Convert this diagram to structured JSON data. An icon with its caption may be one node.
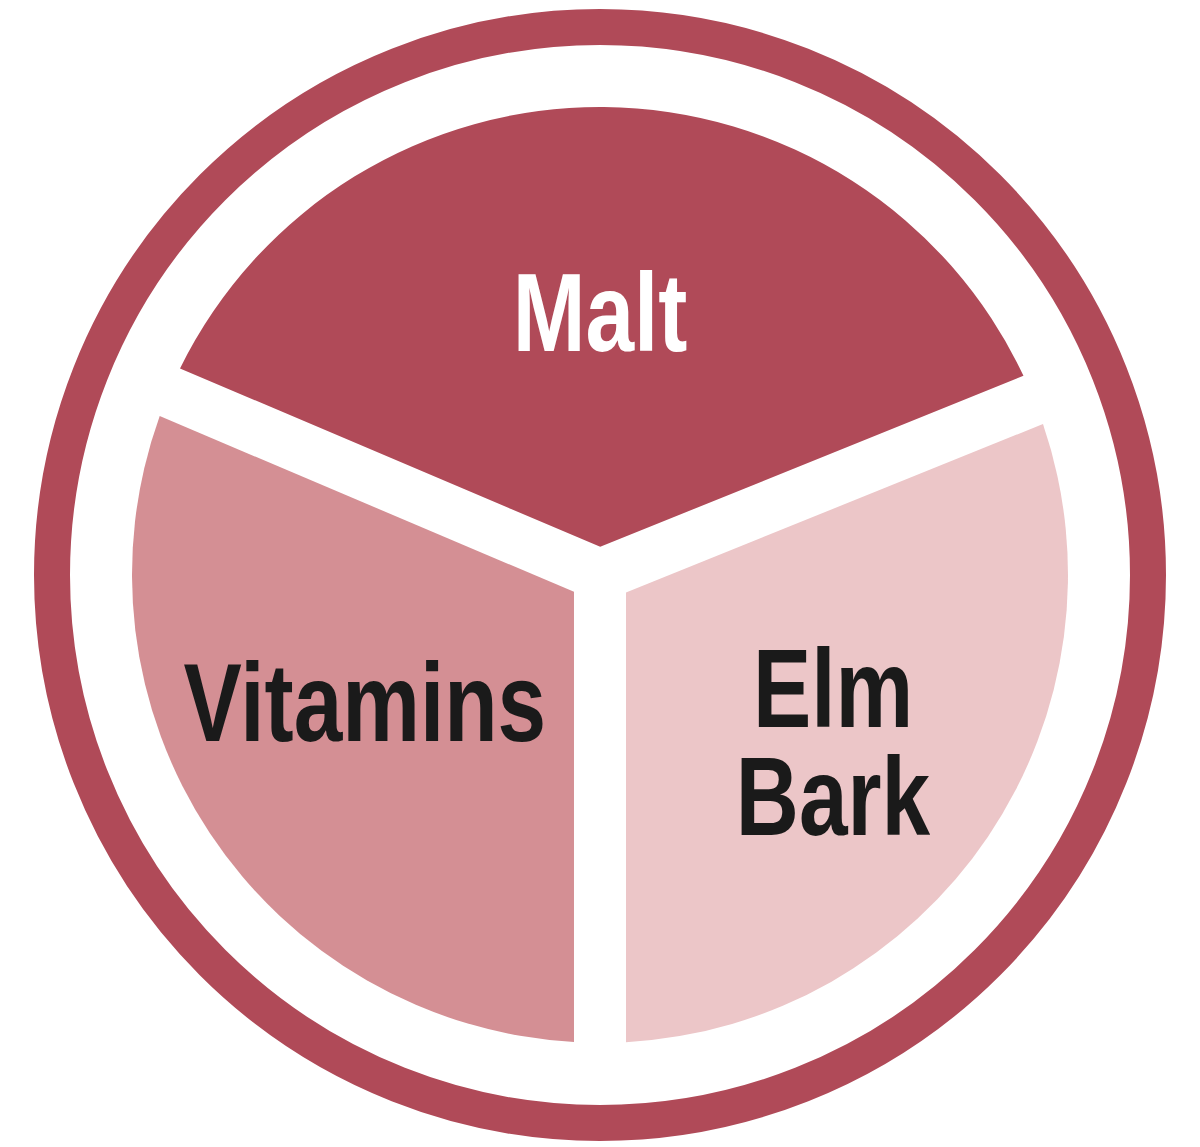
{
  "diagram": {
    "nodes": [
      {
        "text": [],
        "shape": "circle"
      },
      {
        "text": [
          "Malt"
        ],
        "in": 0
      },
      {
        "text": [
          "Vitamins"
        ],
        "in": 0
      },
      {
        "text": [
          "Elm Bark"
        ],
        "in": 0
      }
    ]
  }
}
